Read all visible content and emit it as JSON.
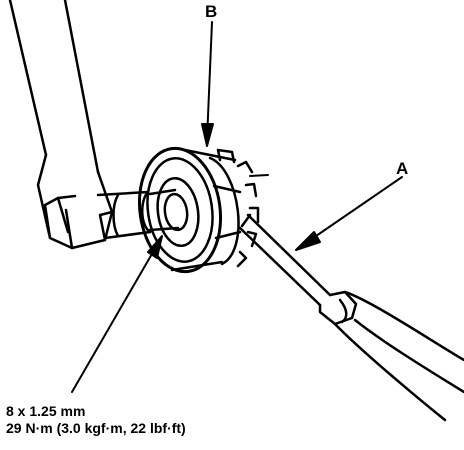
{
  "labels": {
    "a": "A",
    "b": "B"
  },
  "spec": {
    "bolt": "8 x 1.25 mm",
    "torque": "29 N·m (3.0 kgf·m, 22 lbf·ft)"
  },
  "colors": {
    "ink": "#000000",
    "paper": "#ffffff"
  }
}
